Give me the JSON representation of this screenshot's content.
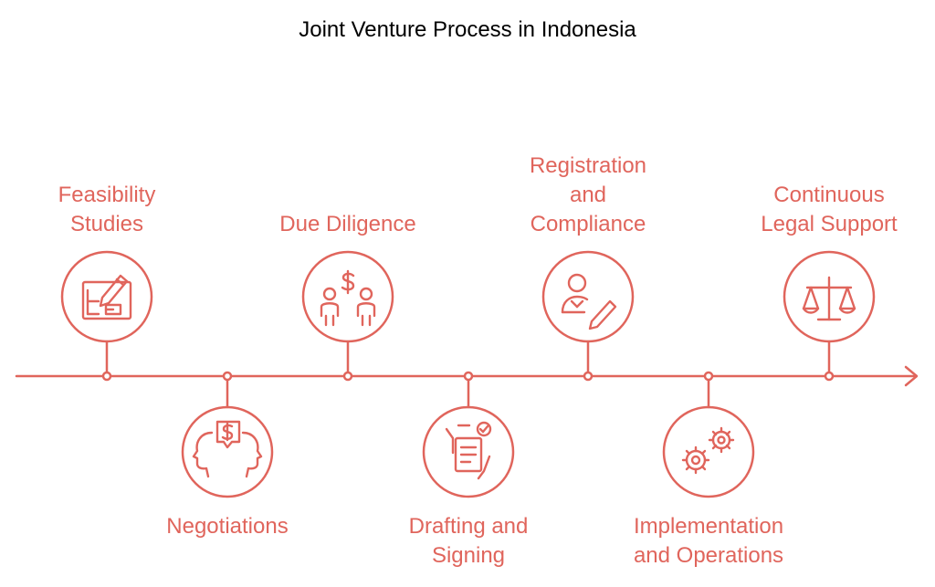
{
  "title": "Joint Venture Process in Indonesia",
  "accent_color": "#E0655C",
  "steps": [
    {
      "lines": [
        "Feasibility",
        "Studies"
      ],
      "icon": "blueprint-pencil-icon",
      "side": "above"
    },
    {
      "lines": [
        "Negotiations"
      ],
      "icon": "negotiation-faces-icon",
      "side": "below"
    },
    {
      "lines": [
        "Due Diligence"
      ],
      "icon": "people-money-icon",
      "side": "above"
    },
    {
      "lines": [
        "Drafting and",
        "Signing"
      ],
      "icon": "contract-signing-icon",
      "side": "below"
    },
    {
      "lines": [
        "Registration",
        "and",
        "Compliance"
      ],
      "icon": "person-pen-icon",
      "side": "above"
    },
    {
      "lines": [
        "Implementation",
        "and Operations"
      ],
      "icon": "gears-icon",
      "side": "below"
    },
    {
      "lines": [
        "Continuous",
        "Legal Support"
      ],
      "icon": "scales-icon",
      "side": "above"
    }
  ]
}
